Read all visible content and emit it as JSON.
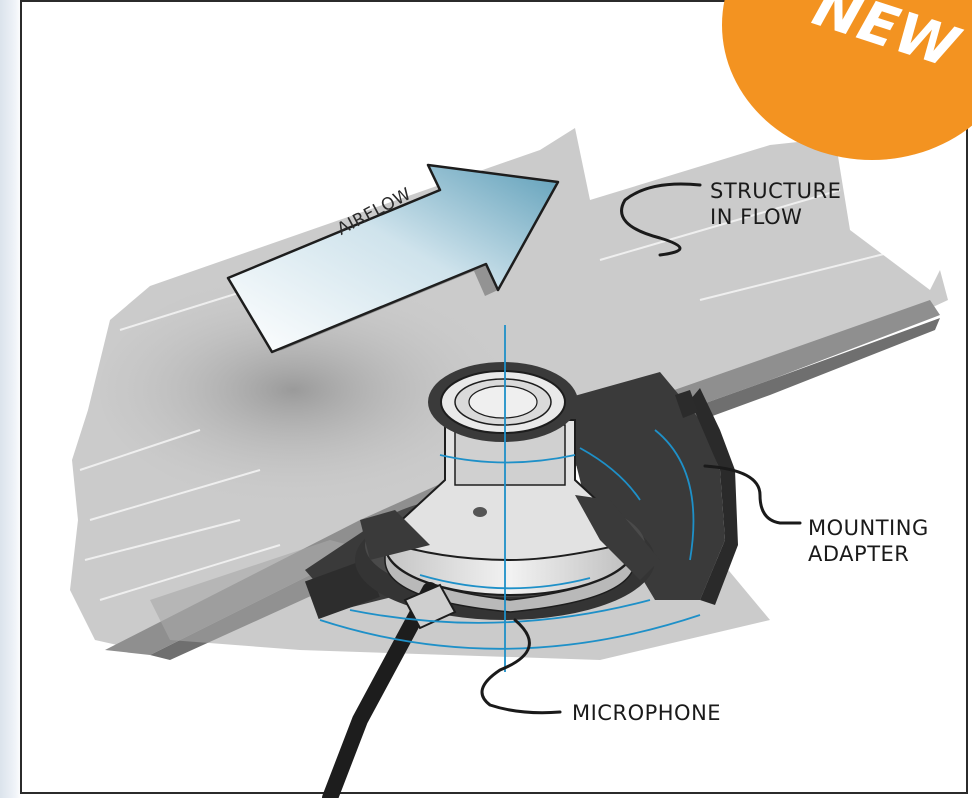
{
  "badge": {
    "text": "NEW",
    "color": "#f39321"
  },
  "arrow": {
    "label": "AIRFLOW"
  },
  "labels": {
    "structure_line1": "STRUCTURE",
    "structure_line2": "IN FLOW",
    "mounting_line1": "MOUNTING",
    "mounting_line2": "ADAPTER",
    "microphone": "MICROPHONE"
  },
  "colors": {
    "structure": "#c9c9c9",
    "structure_dark": "#8e8e8e",
    "adapter": "#3a3a3a",
    "microphone_body": "#dcdcdc",
    "guide_lines": "#1e90c8",
    "arrow_fill": "#7fb7cf"
  }
}
